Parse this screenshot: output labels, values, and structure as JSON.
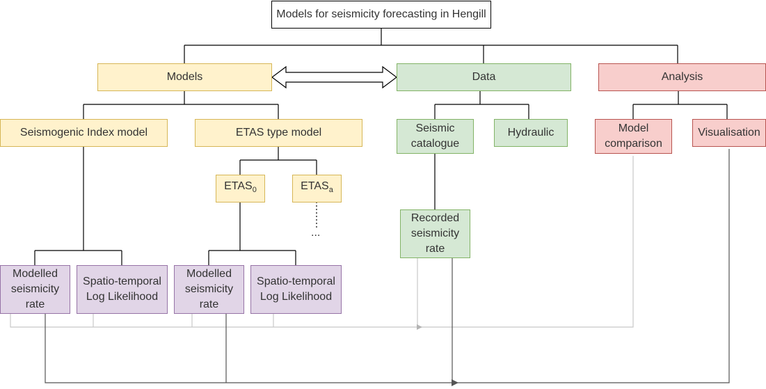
{
  "diagram": {
    "root": "Models for seismicity forecasting in Hengill",
    "categories": {
      "models": "Models",
      "data": "Data",
      "analysis": "Analysis"
    },
    "models": {
      "seismogenic_index": "Seismogenic Index model",
      "etas_type": "ETAS type model",
      "etas_0": {
        "base": "ETAS",
        "sub": "0"
      },
      "etas_a": {
        "base": "ETAS",
        "sub": "a"
      },
      "ellipsis": "..."
    },
    "data": {
      "seismic_catalogue": [
        "Seismic",
        "catalogue"
      ],
      "hydraulic": "Hydraulic",
      "recorded_rate": [
        "Recorded",
        "seismicity",
        "rate"
      ]
    },
    "analysis": {
      "model_comparison": [
        "Model",
        "comparison"
      ],
      "visualisation": "Visualisation"
    },
    "outputs": {
      "modelled_rate": [
        "Modelled",
        "seismicity",
        "rate"
      ],
      "log_likelihood": [
        "Spatio-temporal",
        "Log Likelihood"
      ]
    },
    "colors": {
      "models_fill": "#fff2cc",
      "models_stroke": "#d6b656",
      "data_fill": "#d5e8d4",
      "data_stroke": "#82b366",
      "analysis_fill": "#f8cecc",
      "analysis_stroke": "#b85450",
      "output_fill": "#e1d5e7",
      "output_stroke": "#9673a6",
      "connector_dark": "#000000",
      "connector_grey": "#c8c8c8",
      "connector_mid": "#555555"
    }
  }
}
